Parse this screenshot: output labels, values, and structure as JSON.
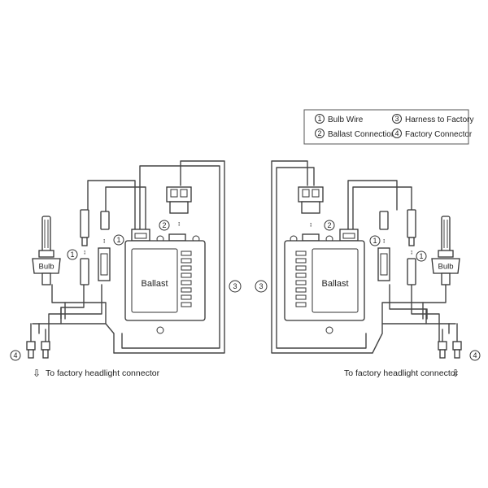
{
  "legend": {
    "items": [
      {
        "number": "1",
        "label": "Bulb Wire"
      },
      {
        "number": "2",
        "label": "Ballast Connection"
      },
      {
        "number": "3",
        "label": "Harness to Factory"
      },
      {
        "number": "4",
        "label": "Factory Connector"
      }
    ]
  },
  "diagram": {
    "ballast_label": "Ballast",
    "bulb_label": "Bulb",
    "caption": "To factory headlight connector",
    "markers": {
      "bulb_wire": "1",
      "ballast_connection": "2",
      "harness": "3",
      "factory_connector": "4"
    }
  },
  "icons": {
    "arrow": "down-arrow-icon",
    "updown": "up-down-arrow-icon"
  }
}
